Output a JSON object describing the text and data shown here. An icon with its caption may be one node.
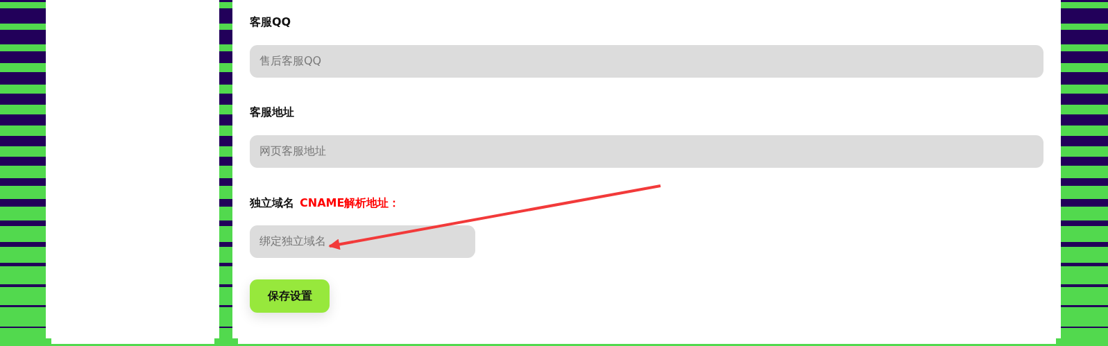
{
  "diagram": {
    "nodes": [
      {
        "text": [
          "售后客服QQ"
        ]
      },
      {
        "text": [
          "网页客服地址"
        ]
      },
      {
        "text": [
          "绑定独立域名"
        ]
      },
      {
        "text": [
          "保存设置"
        ]
      }
    ],
    "edges": [
      {
        "from": null,
        "to": 2,
        "arrow": "to"
      }
    ],
    "labels": [
      "客服QQ",
      "客服地址",
      "独立域名",
      "CNAME解析地址："
    ]
  }
}
